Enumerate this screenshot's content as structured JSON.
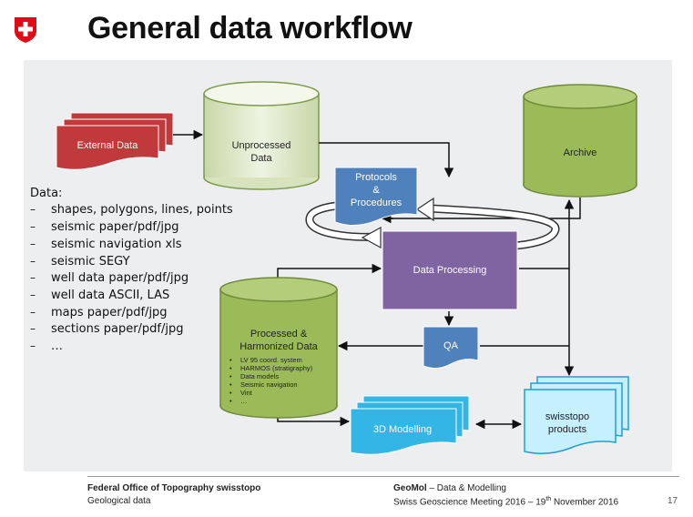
{
  "slide": {
    "title": "General data workflow",
    "page_number": "17"
  },
  "logo": {
    "icon": "swiss-cross-shield-icon",
    "color": "#e20a16"
  },
  "nodes": {
    "external_data": "External Data",
    "unprocessed_data": [
      "Unprocessed",
      "Data"
    ],
    "archive": "Archive",
    "protocols": [
      "Protocols",
      "&",
      "Procedures"
    ],
    "data_processing": "Data Processing",
    "processed": [
      "Processed &",
      "Harmonized Data"
    ],
    "processed_items": [
      "LV 95 coord. system",
      "HARMOS (stratigraphy)",
      "Data models",
      "Seismic navigation",
      "Vint",
      "…"
    ],
    "qa": "QA",
    "modelling": "3D Modelling",
    "products": [
      "swisstopo",
      "products"
    ]
  },
  "data_list": {
    "heading": "Data:",
    "items": [
      "shapes, polygons, lines, points",
      "seismic paper/pdf/jpg",
      "seismic navigation xls",
      "seismic SEGY",
      "well data paper/pdf/jpg",
      "well data ASCII, LAS",
      "maps paper/pdf/jpg",
      "sections paper/pdf/jpg",
      "…"
    ],
    "bullet": "–"
  },
  "footer": {
    "org": "Federal Office of Topography swisstopo",
    "dept": "Geological data",
    "project_name": "GeoMol",
    "project_rest": " – Data & Modelling",
    "meeting_pre": "Swiss Geoscience Meeting 2016 – 19",
    "meeting_sup": "th",
    "meeting_post": " November 2016"
  },
  "colors": {
    "external": "#c0393b",
    "cylinder_light": "#ebf1de",
    "cylinder_green": "#9bbb59",
    "protocols": "#4f81bd",
    "processing": "#8064a2",
    "qa": "#4f81bd",
    "modelling": "#33b5e5",
    "products": "#c6efff",
    "panel": "#eceef0"
  }
}
